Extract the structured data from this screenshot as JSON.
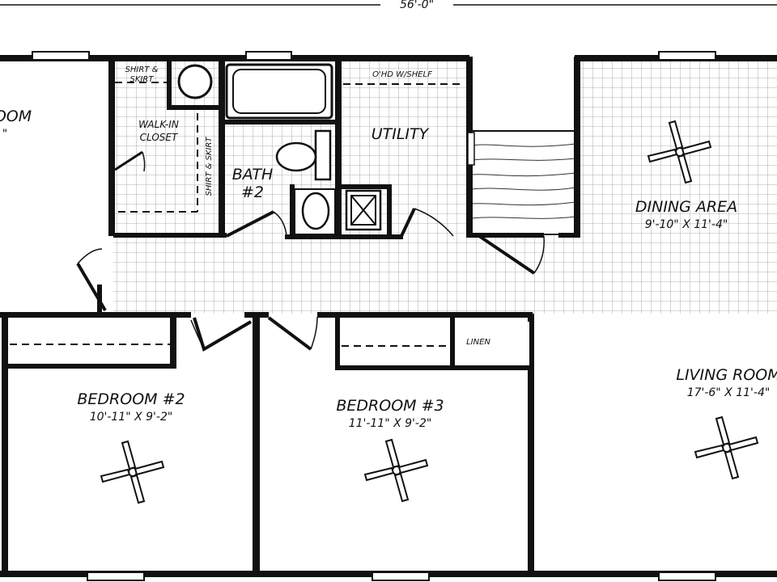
{
  "overall_dimension": "56'-0\"",
  "rooms": {
    "master_fragment": {
      "name": "OOM",
      "dim": "\""
    },
    "shirt_skirt_top": [
      "SHIRT &",
      "SKIRT"
    ],
    "walk_in_closet": [
      "WALK-IN",
      "CLOSET"
    ],
    "shirt_skirt_side": "SHIRT & SKIRT",
    "bath2": [
      "BATH",
      "#2"
    ],
    "ohd_shelf": "O'HD W/SHELF",
    "utility": "UTILITY",
    "dining": {
      "name": "DINING AREA",
      "dim": "9'-10\" X 11'-4\""
    },
    "bedroom2": {
      "name": "BEDROOM #2",
      "dim": "10'-11\" X 9'-2\""
    },
    "bedroom3": {
      "name": "BEDROOM #3",
      "dim": "11'-11\" X 9'-2\""
    },
    "linen": "LINEN",
    "living": {
      "name": "LIVING ROOM",
      "dim": "17'-6\" X 11'-4\""
    }
  },
  "fixtures": [
    "ceiling-fan",
    "ceiling-fan",
    "ceiling-fan",
    "ceiling-fan",
    "bathtub",
    "toilet",
    "sink",
    "water-heater",
    "washer-dryer-box",
    "countertop"
  ]
}
